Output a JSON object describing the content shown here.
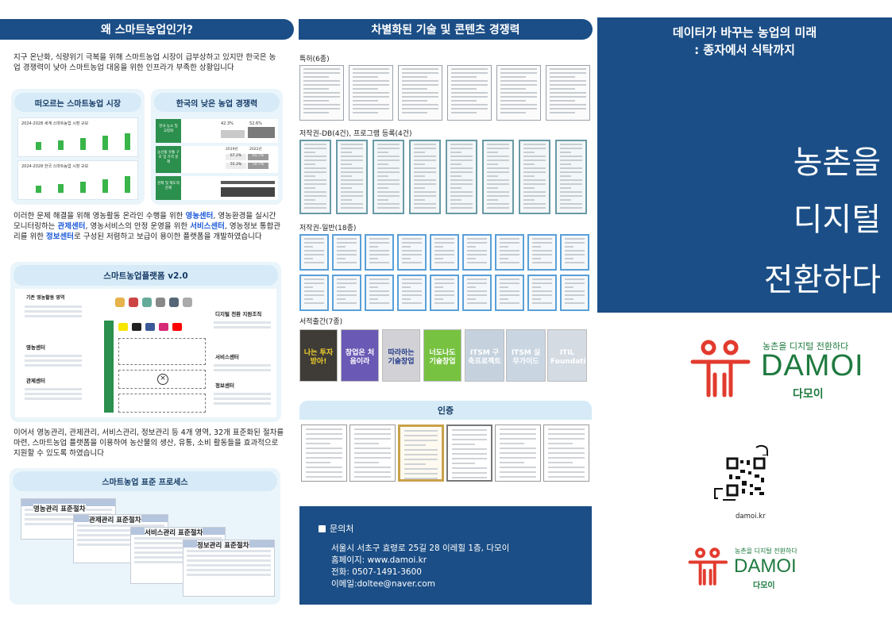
{
  "col1": {
    "heading": "왜 스마트농업인가?",
    "intro": "지구 온난화, 식량위기 극복을 위해 스마트농업 시장이 급부상하고 있지만 한국은 농업 경쟁력이 낮아 스마트농업 대응을 위한 인프라가 부족한 상황입니다",
    "card1_title": "떠오르는 스마트농업 시장",
    "card1_chart1_title": "2024-2028 세계 스마트농업 시장 규모",
    "card1_chart2_title": "2024-2028 한국 스마트농업 시장 규모",
    "card2_title": "한국의 낮은 농업 경쟁력",
    "card2_rows": [
      "한국 농소 및 고령화",
      "농산물 유통 구조 및 가격 문제",
      "관제 및 제도적 문제"
    ],
    "card2_years": [
      "2019년",
      "2022년"
    ],
    "card2_pct": [
      "42.3%",
      "52.6%"
    ],
    "card2_pct2": [
      "67.2%",
      "65.7%",
      "55.3%",
      "54.7%"
    ],
    "para2_parts": [
      "이러한 문제 해결을 위해 영농활동 온라인 수행을 위한 ",
      "영농센터",
      ", 영농환경을 실시간 모니터링하는 ",
      "관제센터",
      ", 영농서비스의 안정 운영을 위한 ",
      "서비스센터",
      ", 영농정보 통합관리를 위한 ",
      "정보센터",
      "로 구성된 저렴하고 보급이 용이한 플랫폼을 개발하였습니다"
    ],
    "platform_title": "스마트농업플랫폼 v2.0",
    "platform_labels": {
      "base": "기존 영농활동 영역",
      "farming": "영농센터",
      "control": "관제센터",
      "digital": "디지털 전환 지원조직",
      "service": "서비스센터",
      "info": "정보센터"
    },
    "para3": "이어서 영농관리, 관제관리, 서비스관리, 정보관리 등 4개 영역, 32개 표준화된 절차를 마련, 스마트농업 플랫폼을 이용하여 농산물의 생산, 유통, 소비 활동들을 효과적으로 지원할 수 있도록 하였습니다",
    "process_title": "스마트농업 표준 프로세스",
    "process_labels": [
      "영농관리 표준절차",
      "관제관리 표준절차",
      "서비스관리 표준절차",
      "정보관리 표준절차"
    ]
  },
  "col2": {
    "heading": "차별화된 기술 및 콘텐츠 경쟁력",
    "patents_label": "특허(6종)",
    "copyright_db_label": "저작권-DB(4건), 프로그램 등록(4건)",
    "copyright_general_label": "저작권-일반(18종)",
    "books_label": "서적출간(7종)",
    "books": [
      {
        "title": "나는 투자받아!",
        "bg": "#3f3b36",
        "fg": "#f2d22e"
      },
      {
        "title": "창업은 처음이라",
        "bg": "#6a5ab5",
        "fg": "#ffffff"
      },
      {
        "title": "따라하는 기술창업",
        "bg": "#d2d2d6",
        "fg": "#243b8a"
      },
      {
        "title": "너도나도 기술창업",
        "bg": "#78c242",
        "fg": "#ffffff"
      },
      {
        "title": "ITSM 구축프로젝트",
        "bg": "#c5d2de",
        "fg": "#ffffff"
      },
      {
        "title": "ITSM 실무가이드",
        "bg": "#c9d6e2",
        "fg": "#ffffff"
      },
      {
        "title": "ITIL Foundation",
        "bg": "#d4dbe3",
        "fg": "#ffffff"
      }
    ],
    "cert_title": "인증",
    "contact_title": "문의처",
    "contact_lines": [
      "서울시 서초구 효령로 25길 28 이레힐 1층, 다모이",
      "홈페이지: www.damoi.kr",
      "전화: 0507-1491-3600",
      "이메일:doltee@naver.com"
    ]
  },
  "col3": {
    "hero_title": "데이터가 바꾸는 농업의 미래",
    "hero_subtitle": ": 종자에서 식탁까지",
    "hero_slogan": [
      "농촌을",
      "디지털",
      "전환하다"
    ],
    "brand_tagline": "농촌을 디지털 전환하다",
    "brand_name": "DAMOI",
    "brand_korean": "다모이",
    "qr_url": "damoi.kr"
  },
  "colors": {
    "navy": "#1b4e86",
    "light_blue": "#d6ebf7",
    "logo_red": "#e23b2e",
    "logo_green": "#1f7a3f"
  }
}
